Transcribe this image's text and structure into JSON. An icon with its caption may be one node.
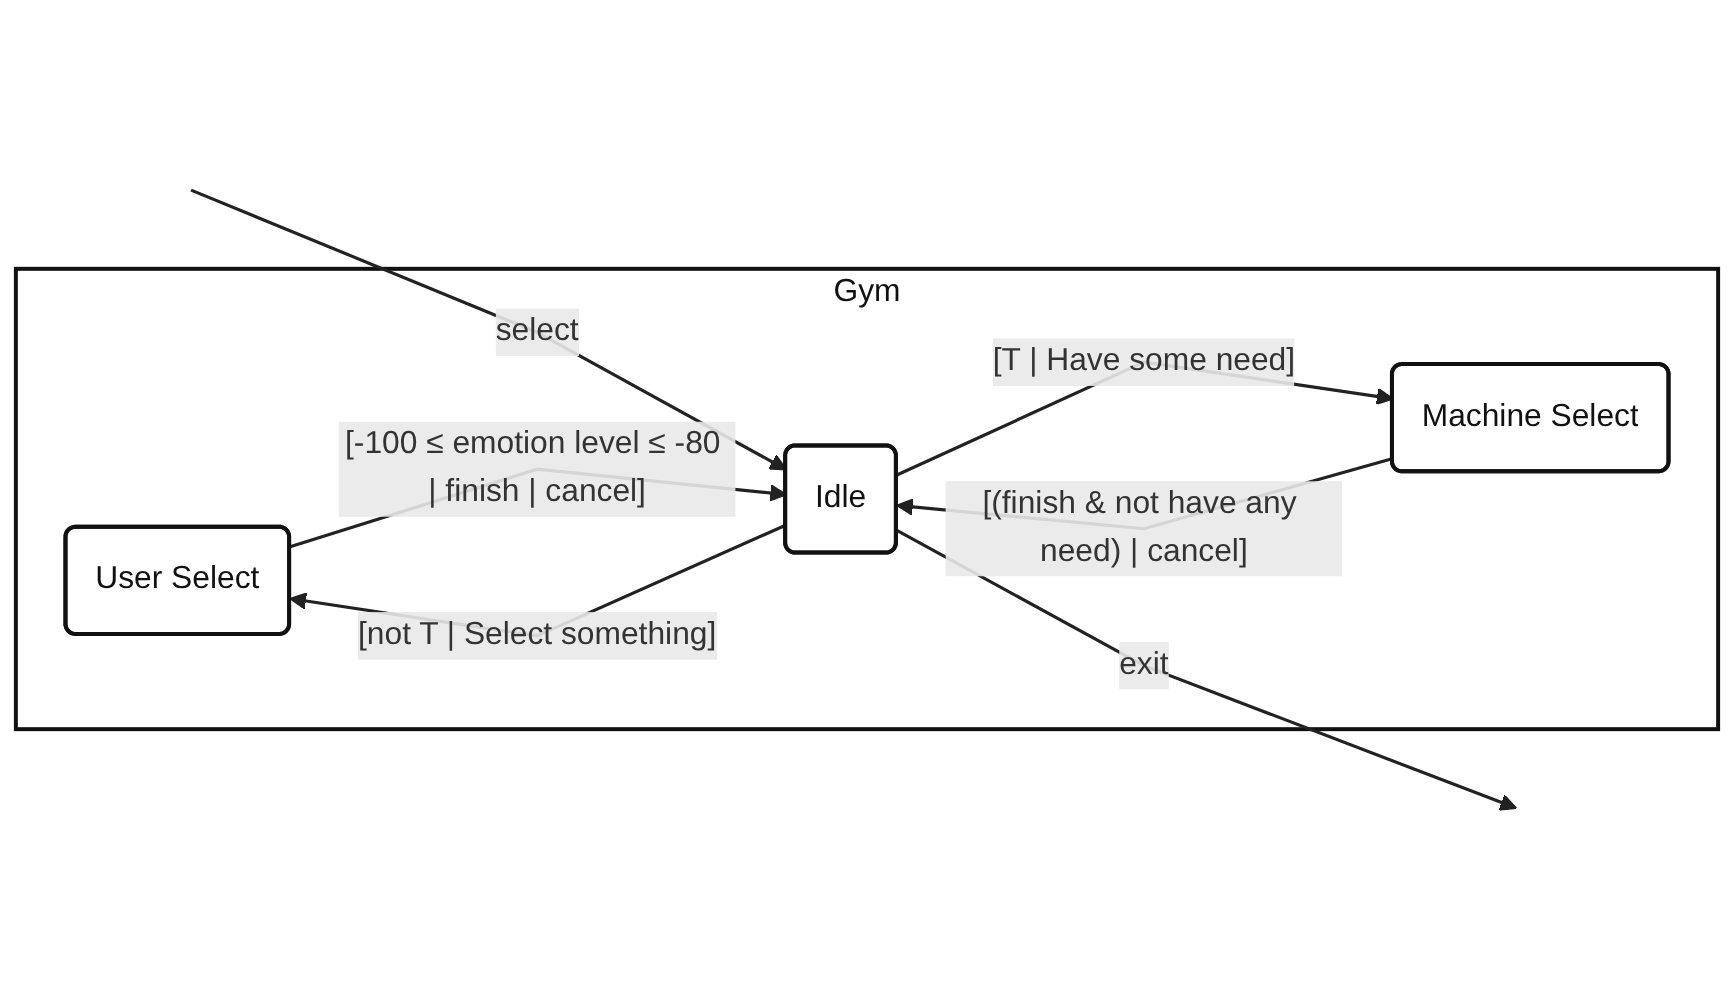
{
  "diagram": {
    "nodes": [
      {
        "text": [
          "Gym"
        ]
      },
      {
        "text": [
          "User Select"
        ],
        "in": 0
      },
      {
        "text": [
          "Idle"
        ],
        "in": 0
      },
      {
        "text": [
          "Machine Select"
        ],
        "in": 0
      }
    ],
    "edges": [
      {
        "from": null,
        "to": 2,
        "arrow": "to",
        "label": "select"
      },
      {
        "from": 2,
        "to": null,
        "arrow": "to",
        "label": "exit"
      },
      {
        "from": 1,
        "to": 2,
        "arrow": "to",
        "label": "[-100 ≤ emotion level ≤ -80 | finish | cancel]"
      },
      {
        "from": 2,
        "to": 1,
        "arrow": "to",
        "label": "[not T | Select something]"
      },
      {
        "from": 2,
        "to": 3,
        "arrow": "to",
        "label": "[T | Have some need]"
      },
      {
        "from": 3,
        "to": 2,
        "arrow": "to",
        "label": "[(finish & not have any need) | cancel]"
      }
    ]
  }
}
